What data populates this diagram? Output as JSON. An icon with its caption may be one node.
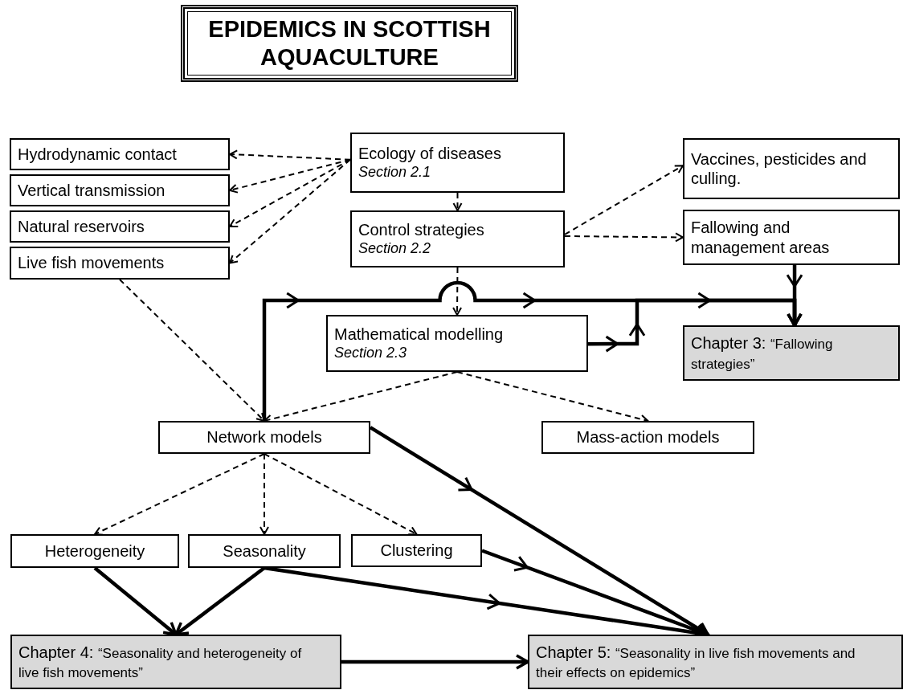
{
  "diagram": {
    "title": "EPIDEMICS IN SCOTTISH AQUACULTURE",
    "nodes": [
      {
        "text": [
          "Hydrodynamic contact"
        ]
      },
      {
        "text": [
          "Vertical transmission"
        ]
      },
      {
        "text": [
          "Natural reservoirs"
        ]
      },
      {
        "text": [
          "Live fish movements"
        ]
      },
      {
        "text": [
          "Ecology of diseases",
          "Section 2.1"
        ]
      },
      {
        "text": [
          "Vaccines, pesticides and culling."
        ]
      },
      {
        "text": [
          "Control strategies",
          "Section 2.2"
        ]
      },
      {
        "text": [
          "Fallowing and management areas"
        ]
      },
      {
        "text": [
          "Mathematical modelling",
          "Section 2.3"
        ]
      },
      {
        "text": [
          "Chapter 3:",
          "“Fallowing strategies”"
        ]
      },
      {
        "text": [
          "Network models"
        ]
      },
      {
        "text": [
          "Mass-action models"
        ]
      },
      {
        "text": [
          "Heterogeneity"
        ]
      },
      {
        "text": [
          "Seasonality"
        ]
      },
      {
        "text": [
          "Clustering"
        ]
      },
      {
        "text": [
          "Chapter 4:",
          "“Seasonality and heterogeneity of live fish movements”"
        ]
      },
      {
        "text": [
          "Chapter 5:",
          "“Seasonality in live fish movements and their effects on epidemics”"
        ]
      }
    ],
    "edges": [
      {
        "from": 4,
        "to": 0,
        "arrow": "to",
        "style": "dashed"
      },
      {
        "from": 4,
        "to": 1,
        "arrow": "to",
        "style": "dashed"
      },
      {
        "from": 4,
        "to": 2,
        "arrow": "to",
        "style": "dashed"
      },
      {
        "from": 4,
        "to": 3,
        "arrow": "to",
        "style": "dashed"
      },
      {
        "from": 4,
        "to": 6,
        "arrow": "to",
        "style": "dashed"
      },
      {
        "from": 6,
        "to": 5,
        "arrow": "to",
        "style": "dashed"
      },
      {
        "from": 6,
        "to": 7,
        "arrow": "to",
        "style": "dashed"
      },
      {
        "from": 6,
        "to": 8,
        "arrow": "to",
        "style": "dashed"
      },
      {
        "from": 7,
        "to": 9,
        "arrow": "to",
        "style": "thick"
      },
      {
        "from": 10,
        "to": 9,
        "arrow": "to",
        "style": "thick"
      },
      {
        "from": 8,
        "to": 9,
        "arrow": "to",
        "style": "thick"
      },
      {
        "from": 3,
        "to": 10,
        "arrow": "to",
        "style": "dashed"
      },
      {
        "from": 8,
        "to": 10,
        "arrow": "to",
        "style": "dashed"
      },
      {
        "from": 8,
        "to": 11,
        "arrow": "to",
        "style": "dashed"
      },
      {
        "from": 10,
        "to": 12,
        "arrow": "to",
        "style": "dashed"
      },
      {
        "from": 10,
        "to": 13,
        "arrow": "to",
        "style": "dashed"
      },
      {
        "from": 10,
        "to": 14,
        "arrow": "to",
        "style": "dashed"
      },
      {
        "from": 10,
        "to": 16,
        "arrow": "to",
        "style": "thick"
      },
      {
        "from": 14,
        "to": 16,
        "arrow": "to",
        "style": "thick"
      },
      {
        "from": 13,
        "to": 16,
        "arrow": "to",
        "style": "thick"
      },
      {
        "from": 12,
        "to": 15,
        "arrow": "to",
        "style": "thick"
      },
      {
        "from": 13,
        "to": 15,
        "arrow": "to",
        "style": "thick"
      },
      {
        "from": 15,
        "to": 16,
        "arrow": "to",
        "style": "thick"
      }
    ]
  }
}
